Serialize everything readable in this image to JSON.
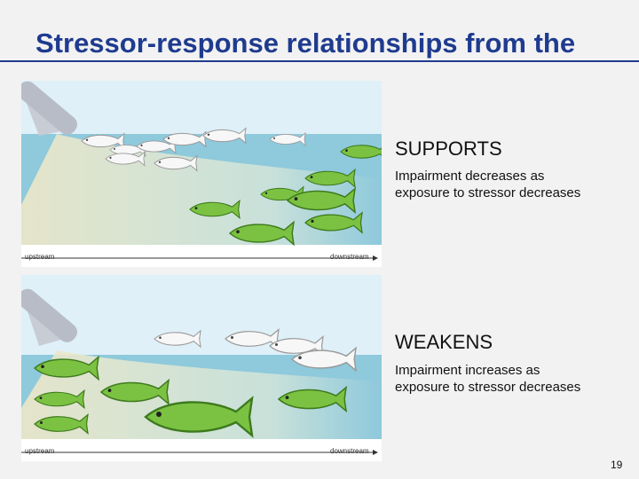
{
  "slide": {
    "title_line1": "Stressor-response relationships from the",
    "title_line2": "field",
    "page_number": "19"
  },
  "panels": [
    {
      "heading": "SUPPORTS",
      "description_line1": "Impairment decreases as",
      "description_line2": "exposure to stressor decreases",
      "axis_left": "upstream",
      "axis_right": "downstream"
    },
    {
      "heading": "WEAKENS",
      "description_line1": "Impairment increases as",
      "description_line2": "exposure to stressor decreases",
      "axis_left": "upstream",
      "axis_right": "downstream"
    }
  ],
  "colors": {
    "title": "#1f3b8f",
    "water": "#8ec9dc",
    "sky": "#dff0f8",
    "plume": "#f0ecd0",
    "healthy_fish": "#7cc242",
    "impaired_fish": "#f5f5f5"
  }
}
